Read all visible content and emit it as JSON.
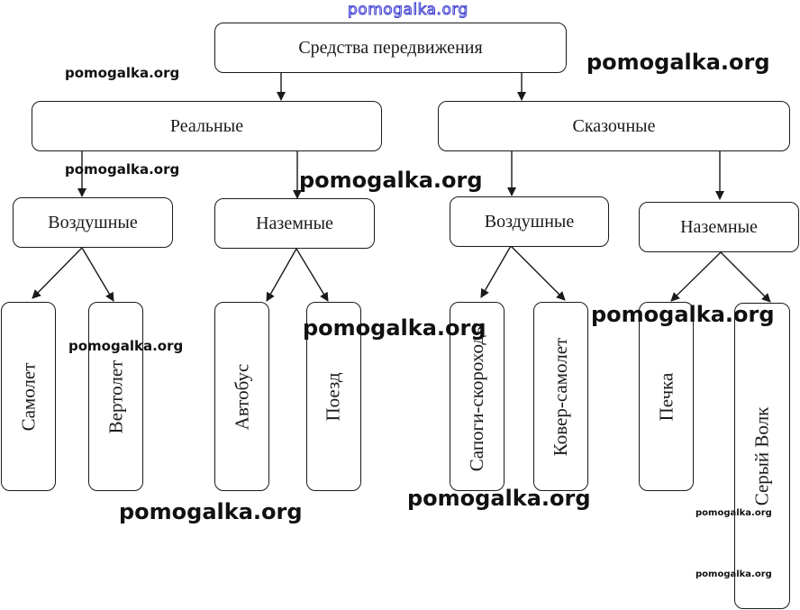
{
  "diagram": {
    "root": "Средства передвижения",
    "categories": [
      {
        "label": "Реальные",
        "groups": [
          {
            "label": "Воздушные",
            "items": [
              "Самолет",
              "Вертолет"
            ]
          },
          {
            "label": "Наземные",
            "items": [
              "Автобус",
              "Поезд"
            ]
          }
        ]
      },
      {
        "label": "Сказочные",
        "groups": [
          {
            "label": "Воздушные",
            "items": [
              "Сапоги-скороходы",
              "Ковер-самолет"
            ]
          },
          {
            "label": "Наземные",
            "items": [
              "Печка",
              "Серый Волк"
            ]
          }
        ]
      }
    ]
  },
  "watermarks": {
    "text": "pomogalka.org",
    "accent_color": "#3a3acf"
  }
}
